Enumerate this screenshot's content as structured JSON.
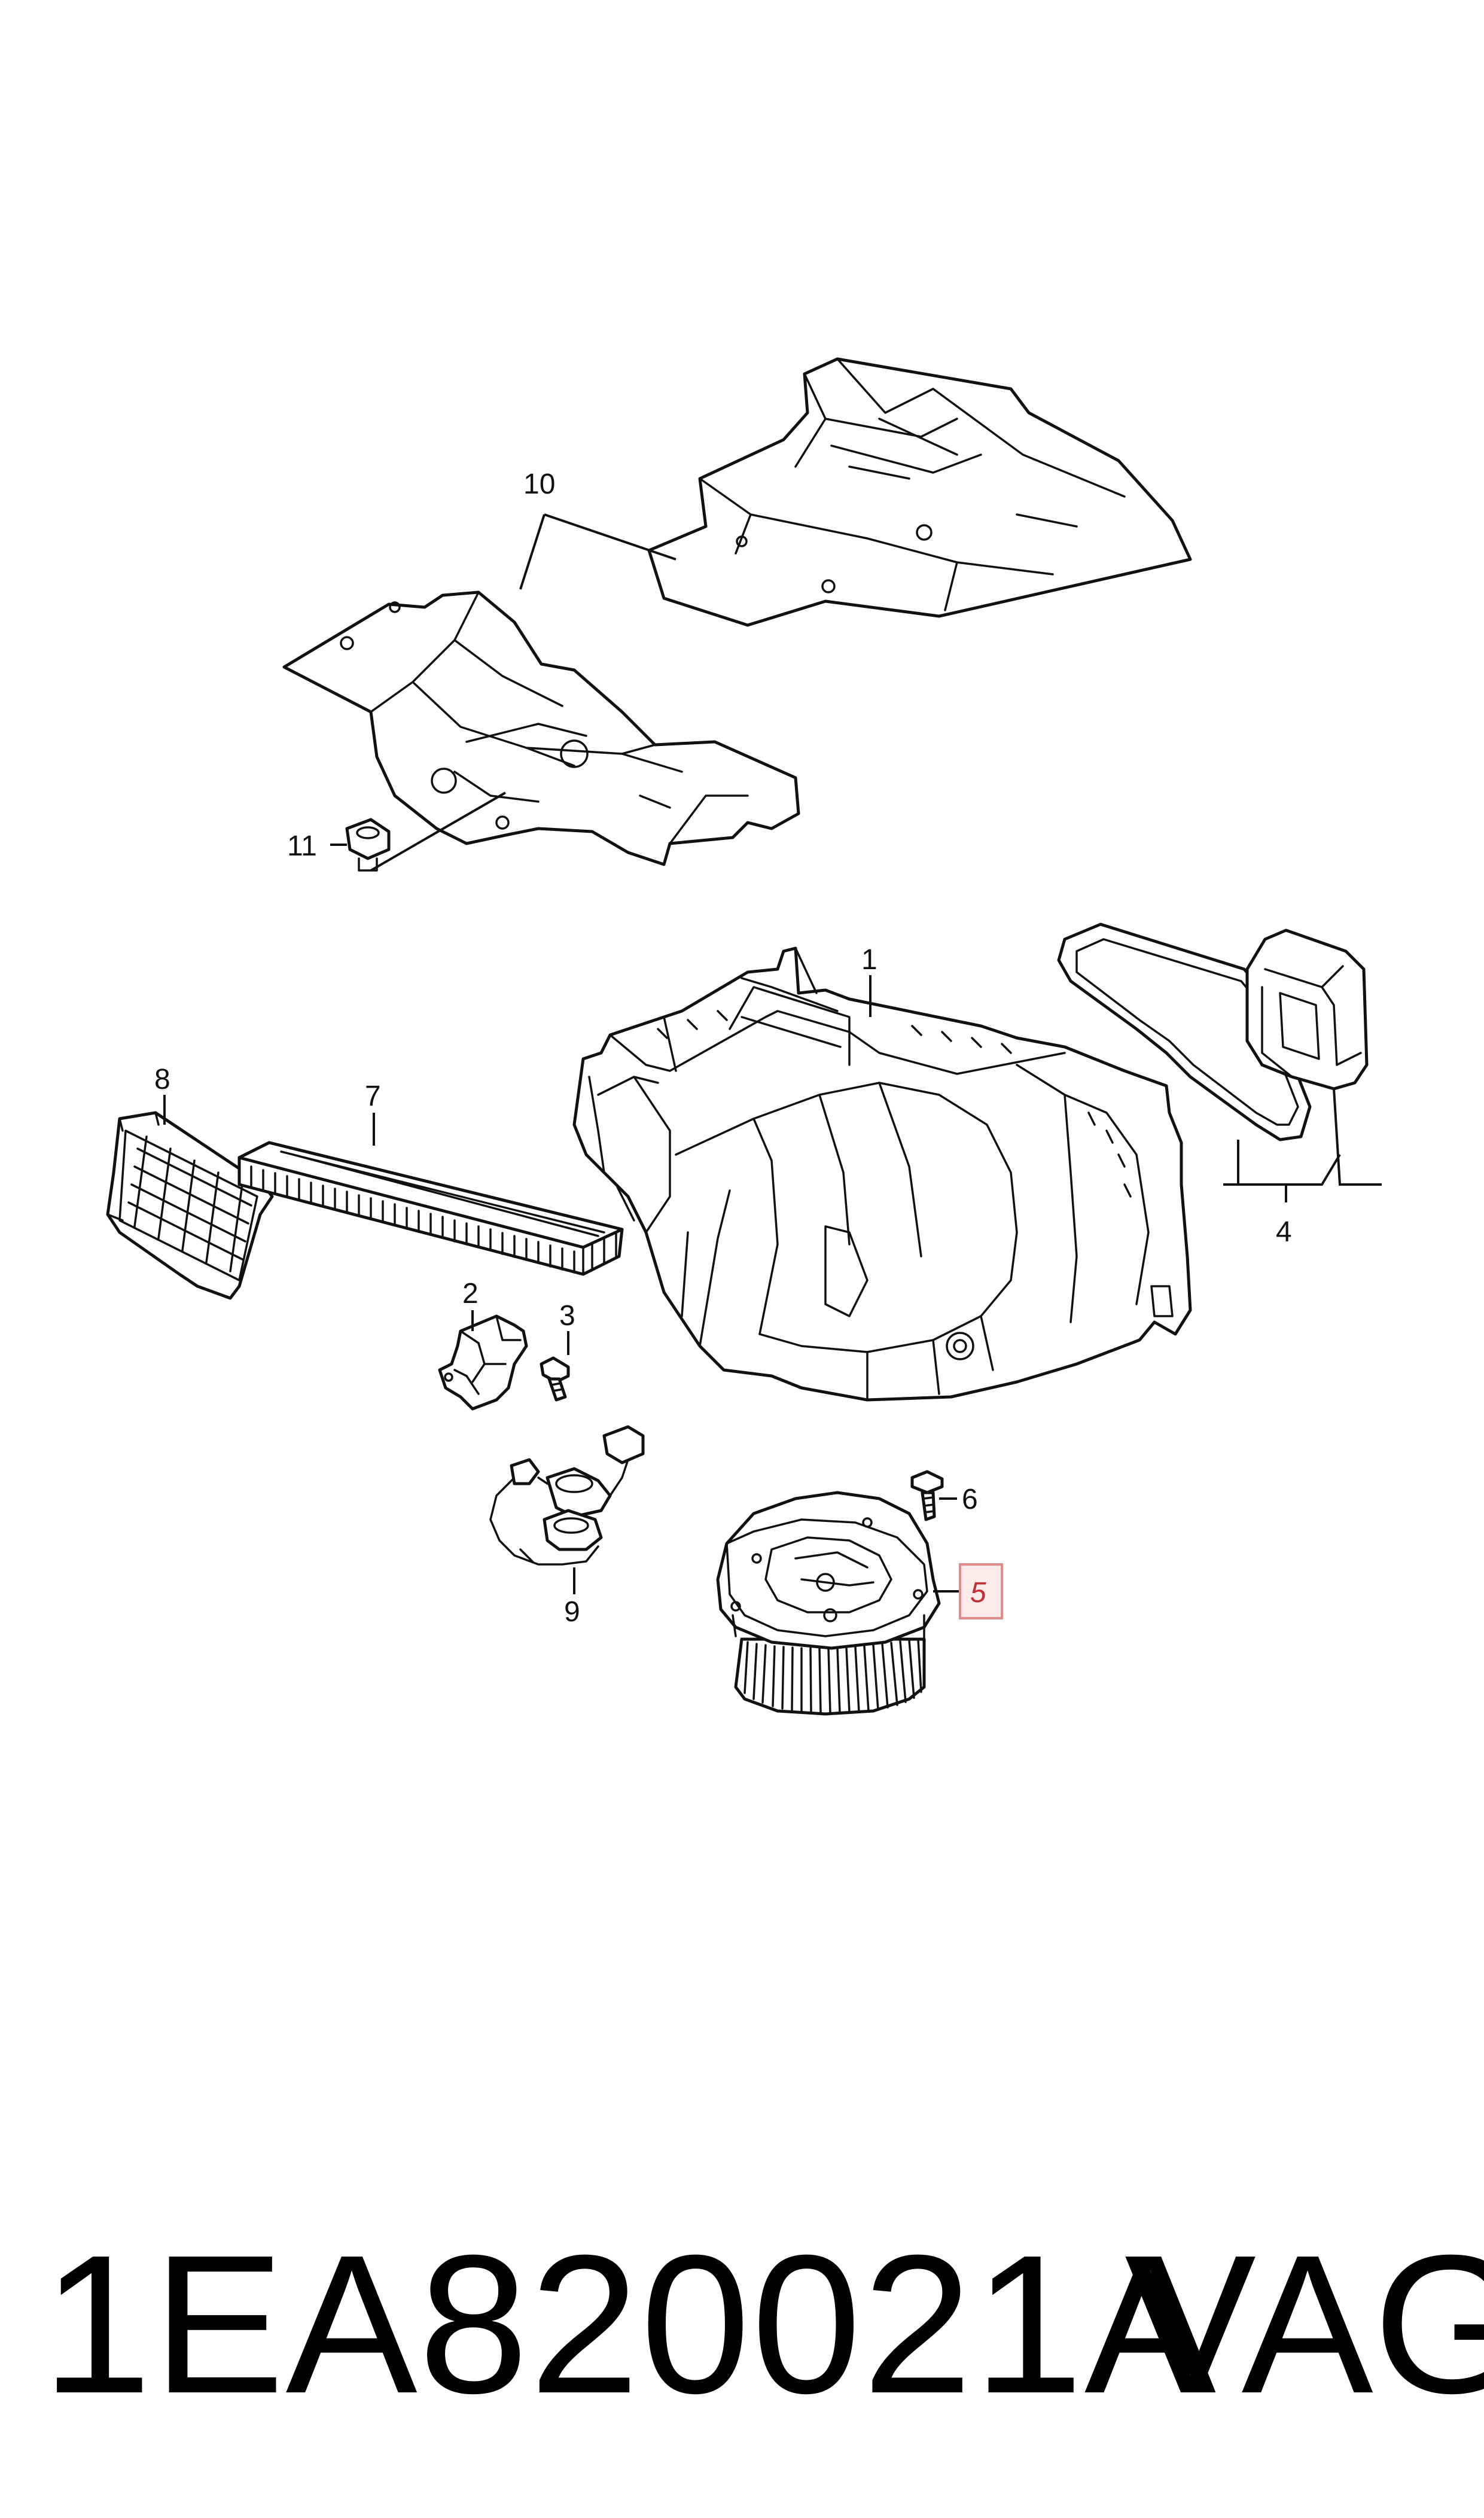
{
  "diagram": {
    "callouts": [
      {
        "id": "1",
        "label": "1"
      },
      {
        "id": "2",
        "label": "2"
      },
      {
        "id": "3",
        "label": "3"
      },
      {
        "id": "4",
        "label": "4"
      },
      {
        "id": "5",
        "label": "5",
        "highlighted": true
      },
      {
        "id": "6",
        "label": "6"
      },
      {
        "id": "7",
        "label": "7"
      },
      {
        "id": "8",
        "label": "8"
      },
      {
        "id": "9",
        "label": "9"
      },
      {
        "id": "10",
        "label": "10"
      },
      {
        "id": "11",
        "label": "11"
      }
    ],
    "parts": [
      {
        "ref": "1",
        "icon": "hvac-housing-icon"
      },
      {
        "ref": "2",
        "icon": "bracket-icon"
      },
      {
        "ref": "3",
        "icon": "screw-icon"
      },
      {
        "ref": "4",
        "icon": "gasket-seal-icon"
      },
      {
        "ref": "5",
        "icon": "blower-motor-icon"
      },
      {
        "ref": "6",
        "icon": "screw-icon"
      },
      {
        "ref": "7",
        "icon": "cabin-filter-icon"
      },
      {
        "ref": "8",
        "icon": "filter-cover-icon"
      },
      {
        "ref": "9",
        "icon": "wiring-harness-icon"
      },
      {
        "ref": "10",
        "icon": "insulation-panel-icon"
      },
      {
        "ref": "11",
        "icon": "nut-icon"
      }
    ],
    "highlight_color": "#e08a8a"
  },
  "footer": {
    "part_number": "1EA820021A",
    "brand": "VAG"
  }
}
